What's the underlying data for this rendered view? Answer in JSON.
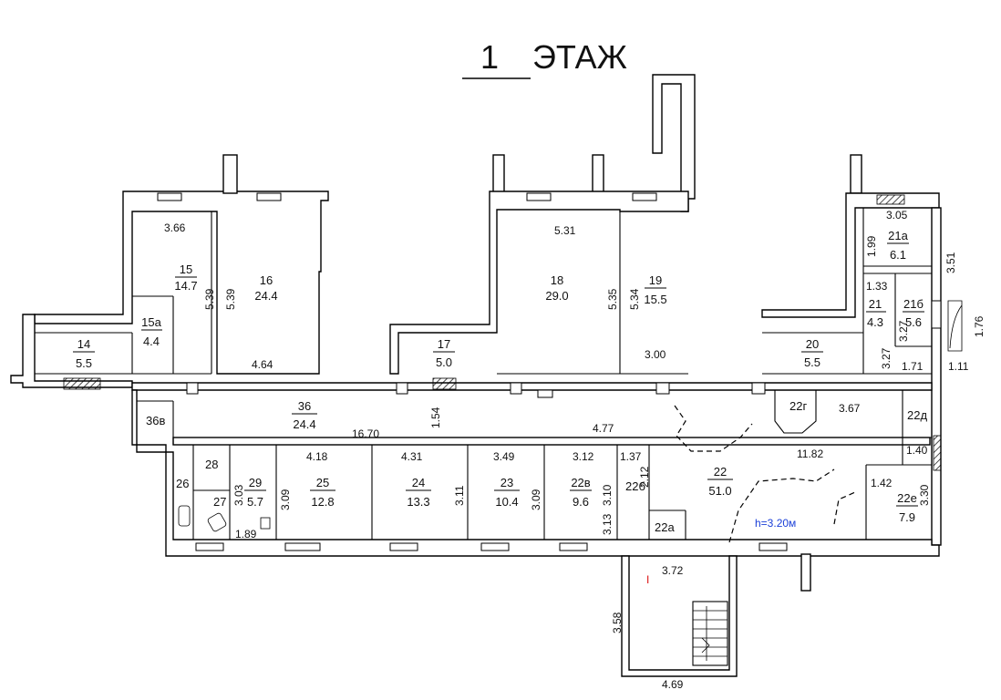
{
  "floor": {
    "number": "1",
    "title": "ЭТАЖ"
  },
  "rooms": [
    {
      "id": "r15",
      "no": "15",
      "area": "14.7"
    },
    {
      "id": "r16",
      "no": "16",
      "area": "24.4"
    },
    {
      "id": "r15a",
      "no": "15а",
      "area": "4.4"
    },
    {
      "id": "r14",
      "no": "14",
      "area": "5.5"
    },
    {
      "id": "r17",
      "no": "17",
      "area": "5.0"
    },
    {
      "id": "r18",
      "no": "18",
      "area": "29.0"
    },
    {
      "id": "r19",
      "no": "19",
      "area": "15.5"
    },
    {
      "id": "r20",
      "no": "20",
      "area": "5.5"
    },
    {
      "id": "r21a",
      "no": "21а",
      "area": "6.1"
    },
    {
      "id": "r21",
      "no": "21",
      "area": "4.3"
    },
    {
      "id": "r21b",
      "no": "21б",
      "area": "5.6"
    },
    {
      "id": "r36",
      "no": "36",
      "area": "24.4"
    },
    {
      "id": "r25",
      "no": "25",
      "area": "12.8"
    },
    {
      "id": "r24",
      "no": "24",
      "area": "13.3"
    },
    {
      "id": "r23",
      "no": "23",
      "area": "10.4"
    },
    {
      "id": "r22v",
      "no": "22в",
      "area": "9.6"
    },
    {
      "id": "r29",
      "no": "29",
      "area": "5.7"
    },
    {
      "id": "r22",
      "no": "22",
      "area": "51.0"
    },
    {
      "id": "r22e",
      "no": "22е",
      "area": "7.9"
    }
  ],
  "tags": [
    "36в",
    "28",
    "26",
    "27",
    "22г",
    "22д",
    "22б",
    "22а"
  ],
  "dims": [
    "3.66",
    "5.39",
    "5.39",
    "4.64",
    "5.31",
    "5.35",
    "5.34",
    "3.00",
    "3.05",
    "1.99",
    "3.51",
    "1.33",
    "3.27",
    "1.76",
    "1.11",
    "3.27",
    "1.71",
    "16.70",
    "1.54",
    "4.77",
    "3.67",
    "11.82",
    "1.40",
    "4.18",
    "4.31",
    "3.49",
    "3.12",
    "1.37",
    "2.12",
    "1.42",
    "3.30",
    "3.03",
    "3.09",
    "3.11",
    "3.09",
    "3.10",
    "3.13",
    "1.89",
    "3.72",
    "3.58",
    "4.69"
  ],
  "height_note": "h=3.20м",
  "entrance_mark": "I"
}
